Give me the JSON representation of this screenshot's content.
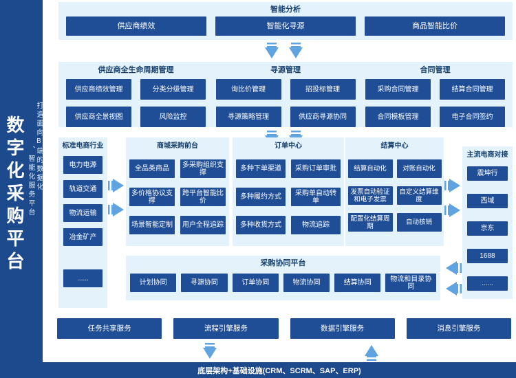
{
  "sidebar": {
    "title": "数字化采购平台",
    "subtitle_col_right": "打造面向B端的数据化",
    "subtitle_col_left": "、智能化服务平台"
  },
  "analysis": {
    "title": "智能分析",
    "boxes": [
      "供应商绩效",
      "智能化寻源",
      "商品智能比价"
    ]
  },
  "management": {
    "groups": [
      {
        "title": "供应商全生命周期管理",
        "boxes": [
          "供应商绩效管理",
          "分类分级管理",
          "供应商全景视图",
          "风险监控"
        ]
      },
      {
        "title": "寻源管理",
        "boxes": [
          "询比价管理",
          "招投标管理",
          "寻源策略管理",
          "供应商寻源协同"
        ]
      },
      {
        "title": "合同管理",
        "boxes": [
          "采购合同管理",
          "结算合同管理",
          "合同模板管理",
          "电子合同签约"
        ]
      }
    ]
  },
  "industry": {
    "title": "标准电商行业",
    "boxes": [
      "电力电源",
      "轨道交通",
      "物流运输",
      "冶金矿产",
      "......"
    ]
  },
  "mall": {
    "title": "商城采购前台",
    "boxes": [
      "全品类商品",
      "多采购组织支撑",
      "多价格协议支撑",
      "跨平台智能比价",
      "场景智能定制",
      "用户全程追踪"
    ]
  },
  "order": {
    "title": "订单中心",
    "boxes": [
      "多种下单渠道",
      "采购订单审批",
      "多种履约方式",
      "采购单自动转单",
      "多种收货方式",
      "物流追踪"
    ]
  },
  "settlement": {
    "title": "结算中心",
    "boxes": [
      "结算自动化",
      "对账自动化",
      "发票自动验证和电子发票",
      "自定义结算维度",
      "配置化结算周期",
      "自动核销"
    ]
  },
  "ecommerce": {
    "title": "主流电商对接",
    "boxes": [
      "震坤行",
      "西域",
      "京东",
      "1688",
      "......"
    ]
  },
  "collaboration": {
    "title": "采购协同平台",
    "boxes": [
      "计划协同",
      "寻源协同",
      "订单协同",
      "物流协同",
      "结算协同",
      "物流和目录协同"
    ]
  },
  "services": {
    "boxes": [
      "任务共享服务",
      "流程引擎服务",
      "数据引擎服务",
      "消息引擎服务"
    ]
  },
  "foundation": {
    "title": "底层架构+基础设施(CRM、SCRM、SAP、ERP)"
  },
  "colors": {
    "module_box": "#1f4e96",
    "panel_background": "#e3f2fb",
    "sidebar_background": "#1d4a8c",
    "arrow": "#5fa3e0",
    "section_title_text": "#17406e",
    "box_text": "#ffffff"
  }
}
